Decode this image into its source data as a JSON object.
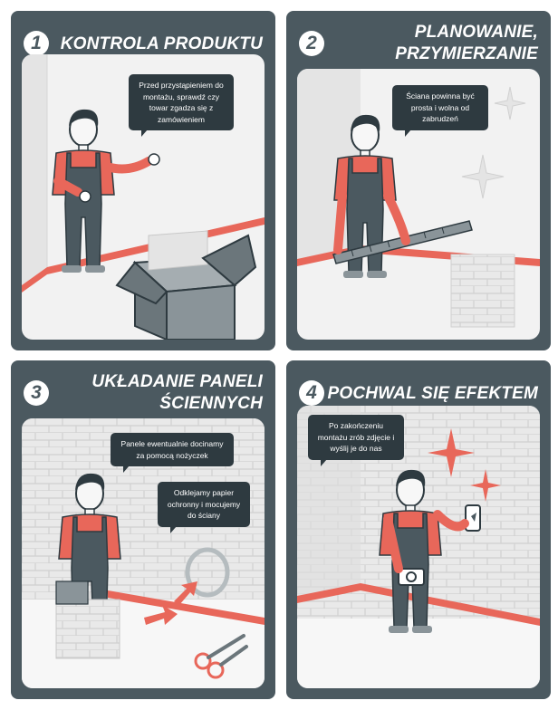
{
  "panels": [
    {
      "number": "1",
      "title": "KONTROLA PRODUKTU",
      "bubbles": [
        "Przed przystąpieniem do montażu, sprawdź czy towar zgadza się z zamówieniem"
      ]
    },
    {
      "number": "2",
      "title_line1": "PLANOWANIE,",
      "title_line2": "PRZYMIERZANIE",
      "bubbles": [
        "Ściana powinna być prosta i wolna od zabrudzeń"
      ]
    },
    {
      "number": "3",
      "title_line1": "UKŁADANIE PANELI",
      "title_line2": "ŚCIENNYCH",
      "bubbles": [
        "Panele ewentualnie docinamy za pomocą nożyczek",
        "Odklejamy papier ochronny i mocujemy do ściany"
      ]
    },
    {
      "number": "4",
      "title": "POCHWAL SIĘ EFEKTEM",
      "bubbles": [
        "Po zakończeniu montażu zrób zdjęcie i wyślij je do nas"
      ]
    }
  ],
  "colors": {
    "panel_bg": "#4b5960",
    "accent": "#e8675a",
    "bubble_bg": "#2e3a40",
    "scene_bg": "#f2f2f2"
  }
}
